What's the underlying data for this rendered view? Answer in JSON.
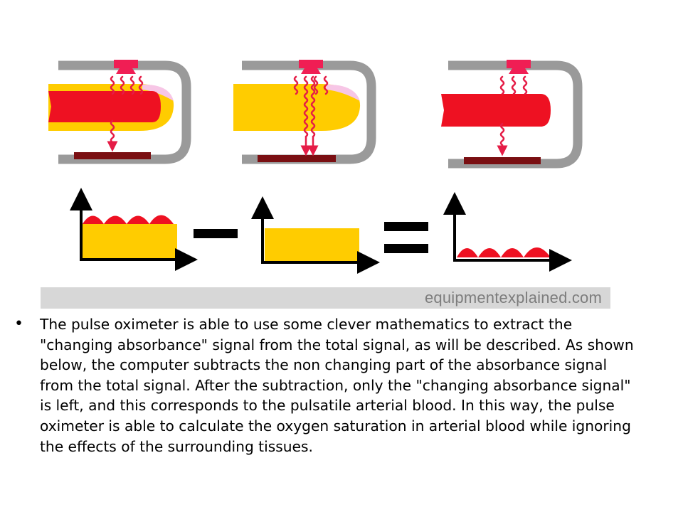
{
  "figure": {
    "panels": [
      {
        "id": "pulsatile-only",
        "wavy_rays_in": 4,
        "rays_through": 1
      },
      {
        "id": "tissue-only",
        "wavy_rays_in": 4,
        "rays_through": 2
      },
      {
        "id": "arterial-only",
        "wavy_rays_in": 3,
        "rays_through": 1
      }
    ],
    "graphs": [
      {
        "id": "total-signal",
        "yellow_block": true,
        "bumps": 4,
        "bumps_on_top": true
      },
      {
        "id": "constant-signal",
        "yellow_block": true,
        "bumps": 0
      },
      {
        "id": "changing-signal",
        "yellow_block": false,
        "bumps": 4,
        "bumps_on_top": false
      }
    ],
    "operators": [
      "minus",
      "equals"
    ],
    "colors": {
      "clip_gray": "#9a9a9a",
      "tissue_yellow": "#ffcc00",
      "artery_red": "#ee1122",
      "ray_red": "#e51c46",
      "emitter_red": "#f01e54",
      "nail_pink": "#f7c6e6",
      "detector_maroon": "#7a0f12",
      "credit_bar": "#d7d7d7",
      "credit_text": "#7d7d7d"
    },
    "credit": "equipmentexplained.com"
  },
  "bullet": {
    "symbol": "•",
    "text": "The pulse oximeter is able to use some clever mathematics to extract the \"changing absorbance\" signal from the total signal, as will be described. As shown below, the computer subtracts the non changing part of the absorbance signal from the total signal. After the subtraction, only the \"changing absorbance signal\" is left, and this corresponds to the pulsatile arterial blood. In this way, the pulse oximeter is able to calculate the oxygen saturation in arterial blood while ignoring the effects of the surrounding tissues."
  }
}
